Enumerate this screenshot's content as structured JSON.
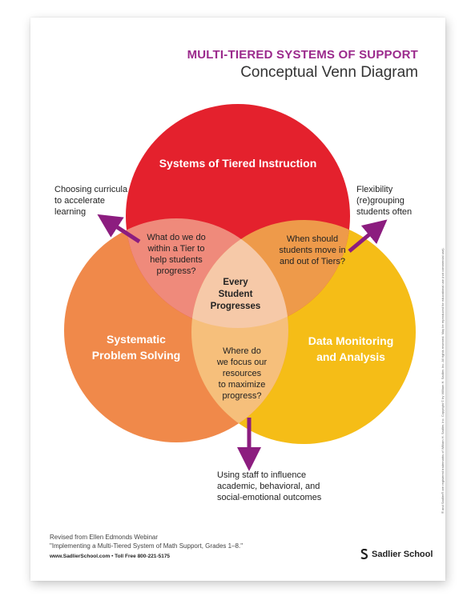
{
  "header": {
    "title": "MULTI-TIERED SYSTEMS OF SUPPORT",
    "subtitle": "Conceptual Venn Diagram"
  },
  "circles": {
    "top": {
      "label": "Systems of Tiered Instruction",
      "color": "#e4212d"
    },
    "left": {
      "label_line1": "Systematic",
      "label_line2": "Problem Solving",
      "color": "#f0894a"
    },
    "right": {
      "label_line1": "Data Monitoring",
      "label_line2": "and Analysis",
      "color": "#f5bd17"
    }
  },
  "overlaps": {
    "top_left": [
      "What do we do",
      "within a Tier to",
      "help students",
      "progress?"
    ],
    "top_right": [
      "When should",
      "students move in",
      "and out of Tiers?"
    ],
    "bottom": [
      "Where do",
      "we focus our",
      "resources",
      "to maximize",
      "progress?"
    ],
    "center": [
      "Every",
      "Student",
      "Progresses"
    ]
  },
  "notes": {
    "left": [
      "Choosing curricula",
      "to accelerate",
      "learning"
    ],
    "right": [
      "Flexibility",
      "(re)grouping",
      "students often"
    ],
    "bottom": [
      "Using staff to influence",
      "academic, behavioral, and",
      "social-emotional outcomes"
    ]
  },
  "arrow_color": "#8c1d7f",
  "footer": {
    "ref_line1": "Revised from Ellen Edmonds Webinar",
    "ref_line2": "\"Implementing a Multi-Tiered System of Math Support, Grades 1–8.\"",
    "url": "www.SadlierSchool.com",
    "separator": "•",
    "phone": "Toll Free 800-221-5175",
    "brand": "Sadlier School",
    "vertical_note": "® and Sadlier® are registered trademarks of William H. Sadlier, Inc. Copyright © by William H. Sadlier, Inc. All rights reserved. May be reproduced for educational use (not commercial use)."
  }
}
